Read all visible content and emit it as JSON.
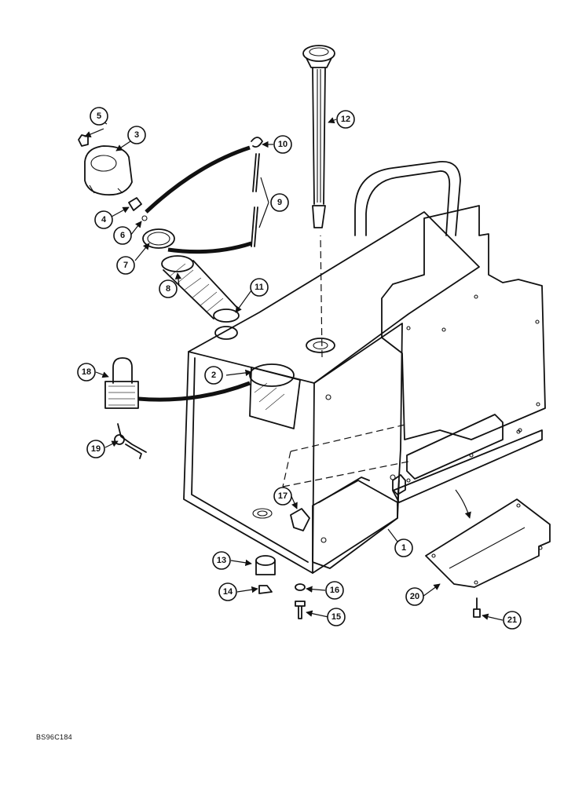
{
  "diagram": {
    "figure_code": "BS96C184",
    "callouts": [
      "1",
      "2",
      "3",
      "4",
      "5",
      "6",
      "7",
      "8",
      "9",
      "10",
      "11",
      "12",
      "13",
      "14",
      "15",
      "16",
      "17",
      "18",
      "19",
      "20",
      "21"
    ]
  }
}
